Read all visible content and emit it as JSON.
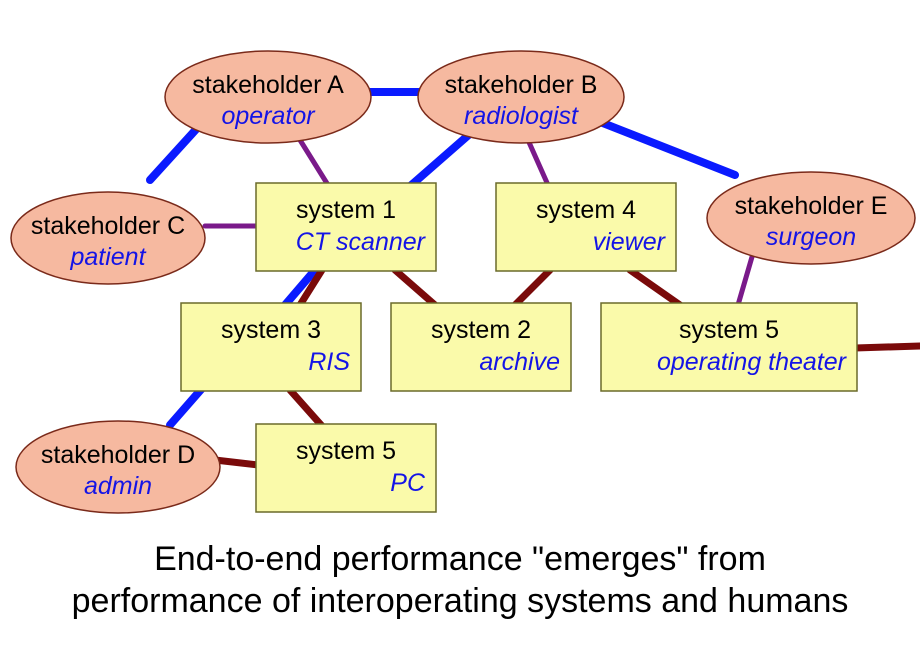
{
  "colors": {
    "stakeholder_fill": "#f6b9a0",
    "stakeholder_stroke": "#7a2a1a",
    "system_fill": "#fafaaa",
    "system_stroke": "#6a6a2a",
    "blue_link": "#0a1aff",
    "purple_link": "#7a1a8a",
    "brown_link": "#7a0a0a",
    "role_text": "#1414e6",
    "name_text": "#000000"
  },
  "stakeholders": [
    {
      "id": "A",
      "name": "stakeholder A",
      "role": "operator"
    },
    {
      "id": "B",
      "name": "stakeholder B",
      "role": "radiologist"
    },
    {
      "id": "C",
      "name": "stakeholder C",
      "role": "patient"
    },
    {
      "id": "D",
      "name": "stakeholder D",
      "role": "admin"
    },
    {
      "id": "E",
      "name": "stakeholder E",
      "role": "surgeon"
    }
  ],
  "systems": [
    {
      "id": "S1",
      "name": "system 1",
      "role": "CT scanner"
    },
    {
      "id": "S4",
      "name": "system 4",
      "role": "viewer"
    },
    {
      "id": "S3",
      "name": "system 3",
      "role": "RIS"
    },
    {
      "id": "S2",
      "name": "system 2",
      "role": "archive"
    },
    {
      "id": "S5a",
      "name": "system 5",
      "role": "operating theater"
    },
    {
      "id": "S5b",
      "name": "system 5",
      "role": "PC"
    }
  ],
  "links": [
    {
      "from": "A",
      "to": "B",
      "kind": "blue"
    },
    {
      "from": "A",
      "to": "C",
      "kind": "blue"
    },
    {
      "from": "B",
      "to": "E",
      "kind": "blue"
    },
    {
      "from": "B",
      "to": "S1",
      "kind": "blue"
    },
    {
      "from": "S3",
      "to": "D",
      "kind": "blue"
    },
    {
      "from": "S1",
      "to": "S3",
      "kind": "blue"
    },
    {
      "from": "A",
      "to": "S1",
      "kind": "purple"
    },
    {
      "from": "C",
      "to": "S1",
      "kind": "purple"
    },
    {
      "from": "B",
      "to": "S4",
      "kind": "purple"
    },
    {
      "from": "E",
      "to": "S5a",
      "kind": "purple"
    },
    {
      "from": "S1",
      "to": "S3",
      "kind": "brown"
    },
    {
      "from": "S1",
      "to": "S2",
      "kind": "brown"
    },
    {
      "from": "S4",
      "to": "S2",
      "kind": "brown"
    },
    {
      "from": "S4",
      "to": "S5a",
      "kind": "brown"
    },
    {
      "from": "S3",
      "to": "S5b",
      "kind": "brown"
    },
    {
      "from": "D",
      "to": "S5b",
      "kind": "brown"
    },
    {
      "from": "S5a",
      "to": "offpage",
      "kind": "brown"
    }
  ],
  "caption": {
    "line1": "End-to-end performance \"emerges\" from",
    "line2": "performance of interoperating systems and humans"
  }
}
